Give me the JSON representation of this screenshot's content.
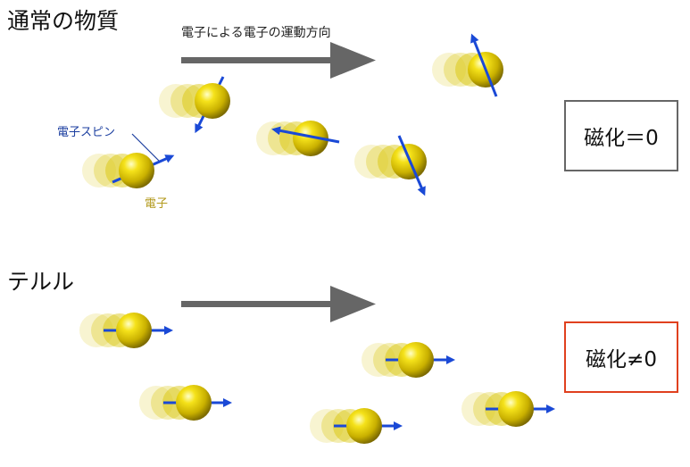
{
  "top_section": {
    "title": "通常の物質",
    "flow_label": "電子による電子の運動方向",
    "callout_spin": "電子スピン",
    "callout_electron": "電子",
    "result": "磁化＝0",
    "result_border_color": "#666666"
  },
  "bottom_section": {
    "title": "テルル",
    "result": "磁化≠0",
    "result_border_color": "#e0401e"
  },
  "colors": {
    "arrow_gray": "#666666",
    "spin_blue": "#1a49d6",
    "electron_gold": "#d7c400",
    "callout_blue": "#1c3fa0",
    "callout_gold": "#b39a1e"
  },
  "icons": [
    "motion-arrow",
    "spin-arrow",
    "electron-sphere"
  ]
}
